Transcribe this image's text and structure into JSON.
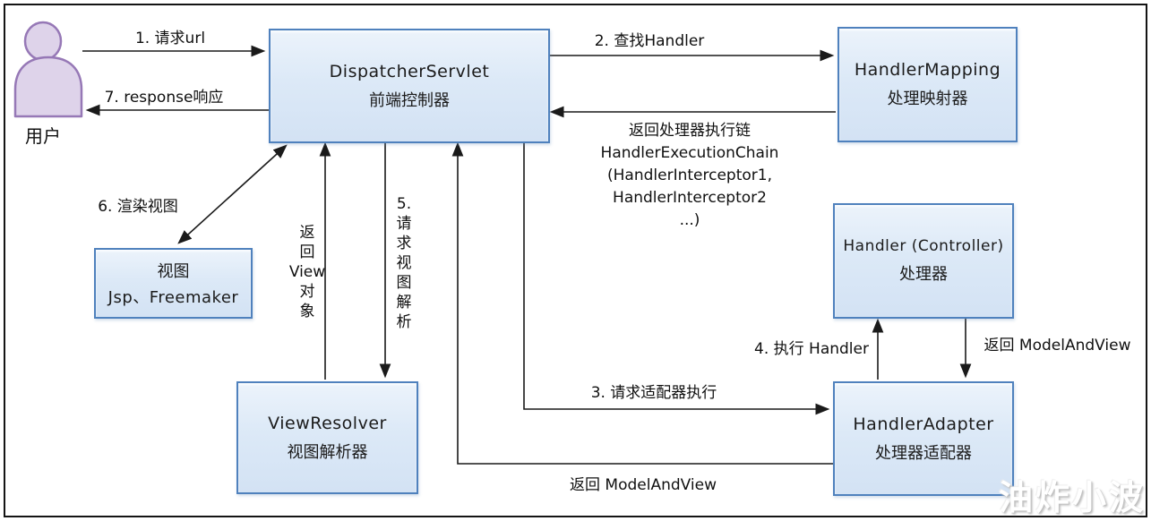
{
  "actor": {
    "label": "用户"
  },
  "nodes": {
    "dispatcher": {
      "title": "DispatcherServlet",
      "subtitle": "前端控制器"
    },
    "handler_mapping": {
      "title": "HandlerMapping",
      "subtitle": "处理映射器"
    },
    "handler": {
      "title": "Handler (Controller)",
      "subtitle": "处理器"
    },
    "handler_adapter": {
      "title": "HandlerAdapter",
      "subtitle": "处理器适配器"
    },
    "view_resolver": {
      "title": "ViewResolver",
      "subtitle": "视图解析器"
    },
    "view": {
      "title": "视图",
      "subtitle": "Jsp、Freemaker"
    }
  },
  "edges": {
    "request_url": "1. 请求url",
    "response": "7. response响应",
    "find_handler": "2. 查找Handler",
    "return_chain_lines": [
      "返回处理器执行链",
      "HandlerExecutionChain",
      "(HandlerInterceptor1,",
      "HandlerInterceptor2",
      "...)"
    ],
    "render_view": "6. 渲染视图",
    "return_view_lines": [
      "返",
      "回",
      "View",
      "对",
      "象"
    ],
    "request_view_lines": [
      "5.",
      "请",
      "求",
      "视",
      "图",
      "解",
      "析"
    ],
    "request_adapter": "3. 请求适配器执行",
    "return_mav_bottom": "返回 ModelAndView",
    "execute_handler": "4. 执行 Handler",
    "return_mav_right": "返回 ModelAndView"
  },
  "watermark": "油炸小波",
  "colors": {
    "node_fill": "#dce9f7",
    "node_border": "#4f81bd",
    "actor_fill": "#ded3ea",
    "actor_border": "#9678b6",
    "arrow": "#1a1a1a"
  }
}
